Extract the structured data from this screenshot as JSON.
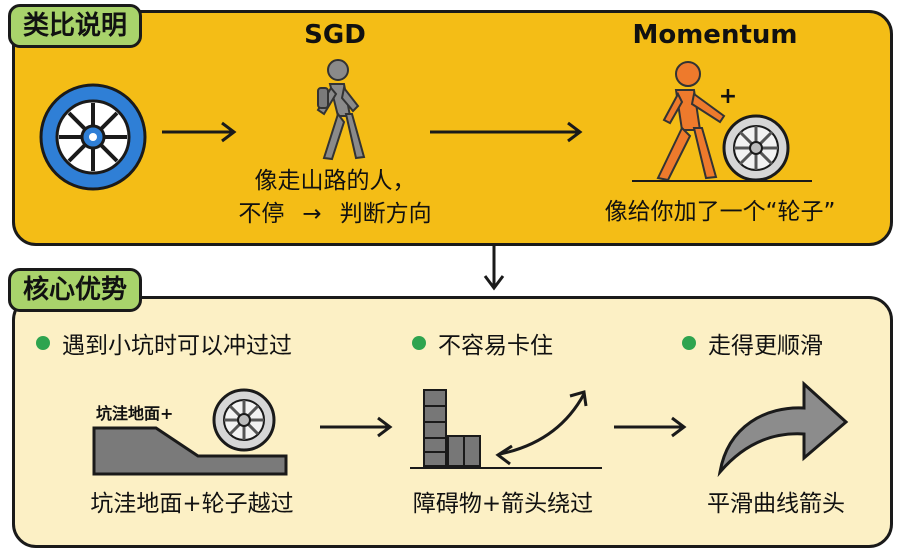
{
  "top": {
    "tag": "类比说明",
    "sgd_title": "SGD",
    "momentum_title": "Momentum",
    "sgd_caption_line1": "像走山路的人，",
    "sgd_caption_line2_a": "不停",
    "sgd_caption_line2_arrow": "→",
    "sgd_caption_line2_b": "判断方向",
    "momentum_caption": "像给你加了一个“轮子”",
    "plus_sign": "+"
  },
  "bottom": {
    "tag": "核心优势",
    "bullets": [
      "遇到小坑时可以冲过过",
      "不容易卡住",
      "走得更顺滑"
    ],
    "pothole_label": "坑洼地面+",
    "captions": [
      "坑洼地面+轮子越过",
      "障碍物+箭头绕过",
      "平滑曲线箭头"
    ]
  },
  "colors": {
    "top_panel": "#f4bd16",
    "bottom_panel": "#fcf0c5",
    "tag": "#a9d36b",
    "wheel_blue": "#2f7fd6",
    "person_gray": "#8a8a8a",
    "person_orange": "#ee7a2c",
    "bullet_green": "#2ea44f"
  }
}
